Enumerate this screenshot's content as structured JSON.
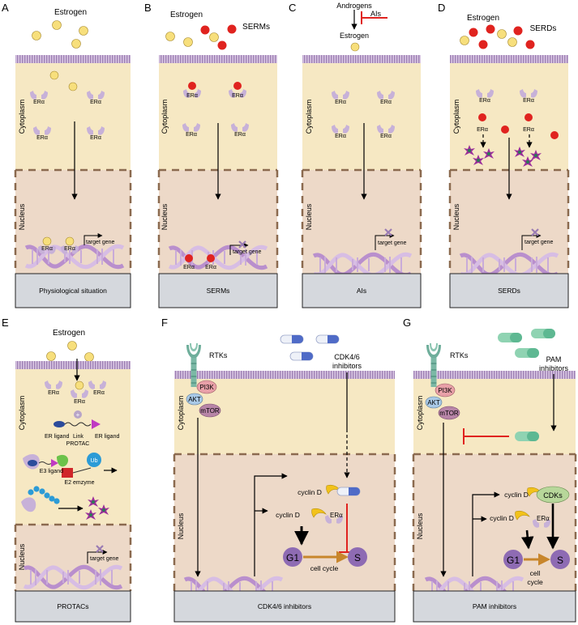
{
  "panels": {
    "A": {
      "letter": "A",
      "top_label": "Estrogen",
      "caption": "Physiological situation"
    },
    "B": {
      "letter": "B",
      "top_label": "Estrogen",
      "drug": "SERMs",
      "caption": "SERMs"
    },
    "C": {
      "letter": "C",
      "androgens": "Androgens",
      "inhibitor": "AIs",
      "estrogen": "Estrogen",
      "caption": "AIs"
    },
    "D": {
      "letter": "D",
      "top_label": "Estrogen",
      "drug": "SERDs",
      "caption": "SERDs"
    },
    "E": {
      "letter": "E",
      "top_label": "Estrogen",
      "er_ligand_left": "ER ligand",
      "link": "Link",
      "er_ligand_right": "ER ligand",
      "protac": "PROTAC",
      "e3": "E3 ligand",
      "ub": "Ub",
      "e2": "E2 emzyme",
      "caption": "PROTACs"
    },
    "F": {
      "letter": "F",
      "rtks": "RTKs",
      "drug_line1": "CDK4/6",
      "drug_line2": "inhibitors",
      "cyclin_d": "cyclin D",
      "g1": "G1",
      "s": "S",
      "cell_cycle": "cell cycle",
      "caption": "CDK4/6 inhibitors"
    },
    "G": {
      "letter": "G",
      "rtks": "RTKs",
      "drug_line1": "PAM",
      "drug_line2": "inhibitors",
      "cyclin_d": "cyclin D",
      "cdks": "CDKs",
      "g1": "G1",
      "s": "S",
      "cell_line1": "cell",
      "cell_line2": "cycle",
      "caption": "PAM inhibitors"
    }
  },
  "labels": {
    "cytoplasm": "Cytoplasm",
    "nucleus": "Nucleus",
    "era": "ERα",
    "target_gene": "target gene",
    "pi3k": "PI3K",
    "akt": "AKT",
    "mtor": "mTOR"
  },
  "colors": {
    "cytoplasm": "#f6e8c3",
    "nucleus": "#edd9c8",
    "membrane": "#c9b3d6",
    "base": "#d5d8dd",
    "estrogen": "#f7df7c",
    "drug_red": "#e0231f",
    "receptor": "#c7b1d8",
    "dna": "#c2a3d2",
    "dashed": "#8b6a4f"
  }
}
